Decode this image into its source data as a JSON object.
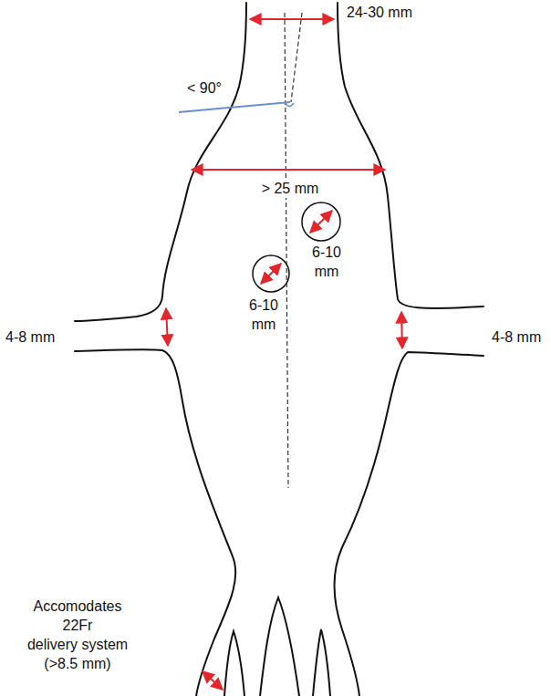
{
  "diagram": {
    "labels": [
      "24-30 mm",
      "< 90°",
      "> 25 mm",
      "6-10 mm",
      "6-10 mm",
      "4-8 mm",
      "4-8 mm",
      "Accomodates 22Fr delivery system (>8.5 mm)"
    ]
  }
}
